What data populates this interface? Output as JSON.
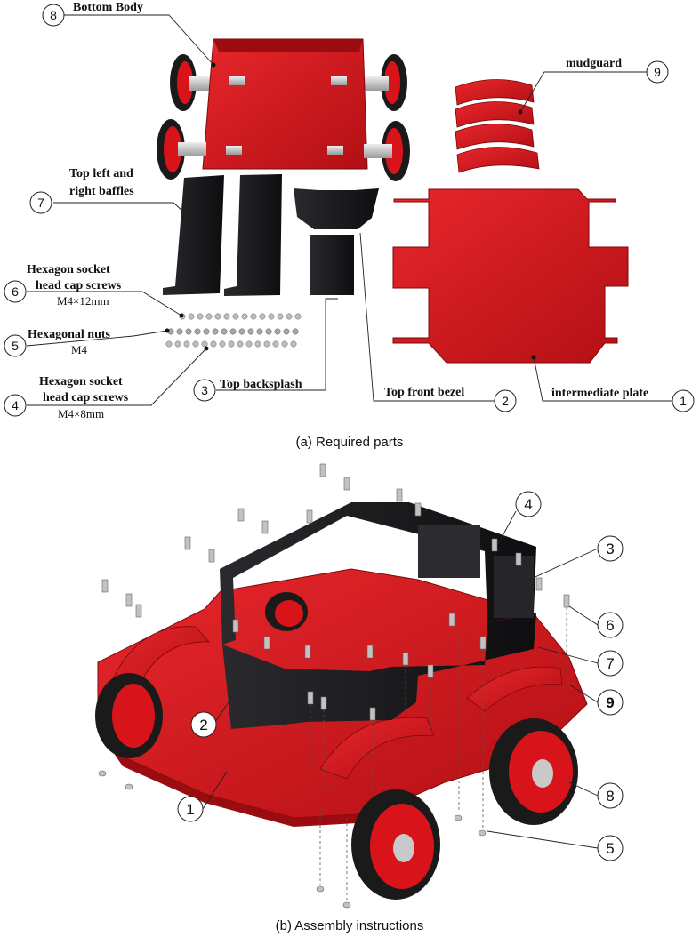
{
  "parts_panel": {
    "caption": "(a)  Required parts",
    "labels": [
      {
        "num": "8",
        "text": "Bottom Body"
      },
      {
        "num": "9",
        "text": "mudguard"
      },
      {
        "num": "7",
        "text": "Top left and",
        "text2": "right baffles"
      },
      {
        "num": "6",
        "text": "Hexagon socket",
        "text2": "head cap screws",
        "spec": "M4×12mm"
      },
      {
        "num": "5",
        "text": "Hexagonal nuts",
        "spec": "M4"
      },
      {
        "num": "4",
        "text": "Hexagon socket",
        "text2": "head cap screws",
        "spec": "M4×8mm"
      },
      {
        "num": "3",
        "text": "Top backsplash"
      },
      {
        "num": "2",
        "text": "Top front bezel"
      },
      {
        "num": "1",
        "text": "intermediate plate"
      }
    ]
  },
  "assembly_panel": {
    "caption": "(b)  Assembly instructions",
    "callouts": [
      "4",
      "3",
      "6",
      "7",
      "9",
      "2",
      "8",
      "1",
      "5"
    ]
  },
  "colors": {
    "part_red": "#d8141a",
    "part_dark_red": "#9a0c10",
    "baffle_black": "#1b1b1e",
    "tire": "#1a1a1a",
    "metal": "#c9c9c9"
  }
}
